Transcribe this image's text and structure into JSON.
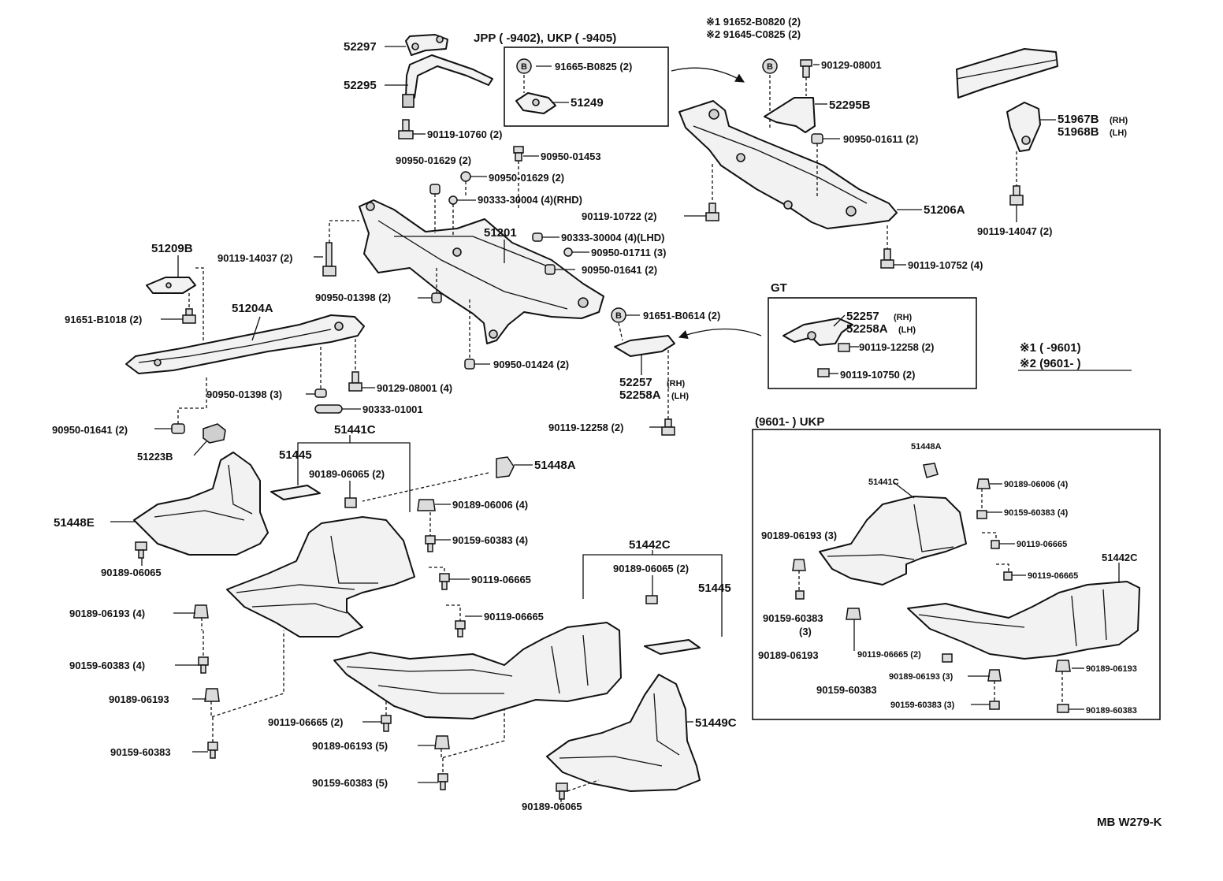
{
  "labels": {
    "p52297": "52297",
    "p52295": "52295",
    "jpp_ukp": "JPP (        -9402), UKP (        -9405)",
    "p91665": "91665-B0825 (2)",
    "p51249": "51249",
    "note1": "※1 91652-B0820 (2)",
    "note2": "※2 91645-C0825 (2)",
    "p90129a": "90129-08001",
    "p52295b": "52295B",
    "p51967b": "51967B",
    "p51967b_rh": "(RH)",
    "p51968b": "51968B",
    "p51968b_lh": "(LH)",
    "p90950_01611": "90950-01611 (2)",
    "p90119_10760": "90119-10760 (2)",
    "p90950_01453": "90950-01453",
    "p90950_01629a": "90950-01629 (2)",
    "p90950_01629b": "90950-01629 (2)",
    "p90333_rhd": "90333-30004 (4)(RHD)",
    "p90119_10722": "90119-10722 (2)",
    "p51206a": "51206A",
    "p90119_14047": "90119-14047 (2)",
    "p51201": "51201",
    "p90333_lhd": "90333-30004 (4)(LHD)",
    "p51209b": "51209B",
    "p90119_14037": "90119-14037 (2)",
    "p90950_01711": "90950-01711 (3)",
    "p90950_01641a": "90950-01641 (2)",
    "p90119_10752": "90119-10752 (4)",
    "p90950_01398a": "90950-01398 (2)",
    "gt": "GT",
    "p91651_1018": "91651-B1018 (2)",
    "p51204a": "51204A",
    "p91651_0614": "91651-B0614 (2)",
    "p52257_gt": "52257",
    "p52257_gt_rh": "(RH)",
    "p52258a_gt": "52258A",
    "p52258a_gt_lh": "(LH)",
    "p90119_12258_gt": "90119-12258 (2)",
    "p90119_10750_gt": "90119-10750 (2)",
    "legend1": "※1 (        -9601)",
    "legend2": "※2 (9601-        )",
    "p90950_01424": "90950-01424 (2)",
    "p52257": "52257",
    "p52257_rh": "(RH)",
    "p52258a": "52258A",
    "p52258a_lh": "(LH)",
    "p90950_01398b": "90950-01398 (3)",
    "p90129b": "90129-08001 (4)",
    "p90333_01001": "90333-01001",
    "p90950_01641b": "90950-01641 (2)",
    "p90119_12258": "90119-12258 (2)",
    "ukp_title": "(9601-        ) UKP",
    "p51223b": "51223B",
    "p51441c": "51441C",
    "p51445a": "51445",
    "p90189_06065a": "90189-06065 (2)",
    "p51448a": "51448A",
    "p90189_06006": "90189-06006 (4)",
    "p51448e": "51448E",
    "p90159_60383a": "90159-60383 (4)",
    "p90189_06065b": "90189-06065",
    "p90119_06665a": "90119-06665",
    "p51442c": "51442C",
    "p90189_06065c": "90189-06065 (2)",
    "p51445b": "51445",
    "p90189_06193a": "90189-06193 (4)",
    "p90119_06665b": "90119-06665",
    "p90159_60383b": "90159-60383 (4)",
    "p90189_06193b": "90189-06193",
    "p90119_06665c": "90119-06665 (2)",
    "p51449c": "51449C",
    "p90159_60383c": "90159-60383",
    "p90189_06193c": "90189-06193 (5)",
    "p90159_60383d": "90159-60383 (5)",
    "p90189_06065d": "90189-06065",
    "u51448a": "51448A",
    "u51441c": "51441C",
    "u90189_06006": "90189-06006 (4)",
    "u90159_60383a": "90159-60383 (4)",
    "u90189_06193a": "90189-06193 (3)",
    "u90119_06665a": "90119-06665",
    "u90119_06665b": "90119-06665",
    "u51442c": "51442C",
    "u90159_60383b": "90159-60383",
    "u90159_60383b_q": "(3)",
    "u90189_06193b": "90189-06193",
    "u90119_06665c": "90119-06665 (2)",
    "u90189_06193c": "90189-06193 (3)",
    "u90189_06193d": "90189-06193",
    "u90159_60383c": "90159-60383",
    "u90159_60383d": "90159-60383 (3)",
    "u90189_60383e": "90189-60383",
    "footer": "MB W279-K"
  }
}
